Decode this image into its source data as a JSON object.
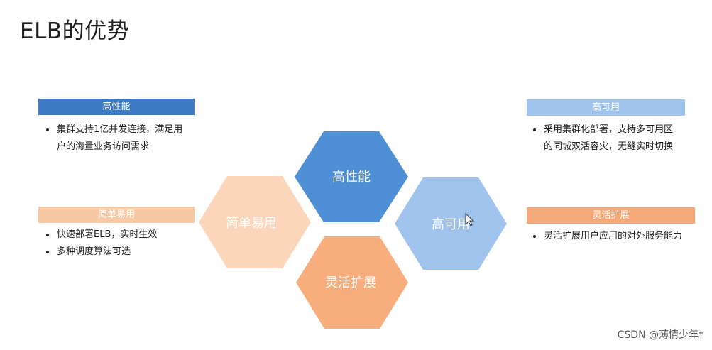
{
  "title": "ELB的优势",
  "sections": {
    "perf": {
      "header": "高性能",
      "items": [
        "集群支持1亿并发连接，满足用户的海量业务访问需求"
      ]
    },
    "avail": {
      "header": "高可用",
      "items": [
        "采用集群化部署，支持多可用区的同城双活容灾，无缝实时切换"
      ]
    },
    "easy": {
      "header": "简单易用",
      "items": [
        "快速部署ELB，实时生效",
        "多种调度算法可选"
      ]
    },
    "flex": {
      "header": "灵活扩展",
      "items": [
        "灵活扩展用户应用的对外服务能力"
      ]
    }
  },
  "hexagons": [
    {
      "label": "高性能",
      "color": "#4e8fd6"
    },
    {
      "label": "简单易用",
      "color": "#fbd6bb"
    },
    {
      "label": "高可用",
      "color": "#9fc3ec"
    },
    {
      "label": "灵活扩展",
      "color": "#f7ad7c"
    }
  ],
  "watermark": "CSDN @薄情少年†"
}
